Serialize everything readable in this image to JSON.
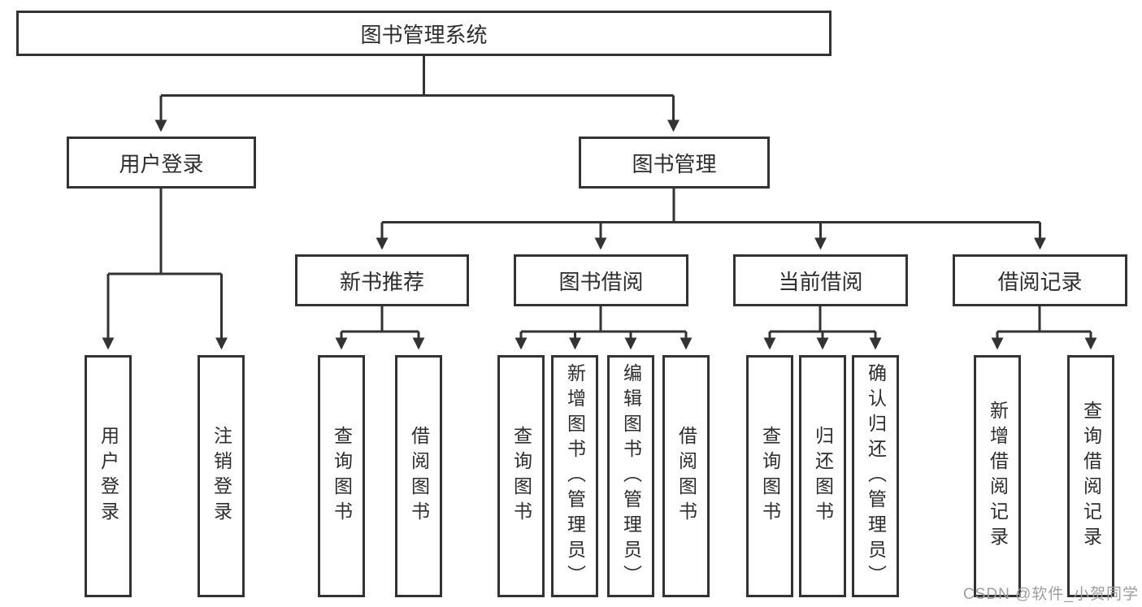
{
  "diagram": {
    "title": "图书管理系统",
    "level2": [
      {
        "label": "用户登录"
      },
      {
        "label": "图书管理"
      }
    ],
    "level3": [
      {
        "label": "新书推荐"
      },
      {
        "label": "图书借阅"
      },
      {
        "label": "当前借阅"
      },
      {
        "label": "借阅记录"
      }
    ],
    "leaves": {
      "user_login": [
        {
          "label": "用户登录"
        },
        {
          "label": "注销登录"
        }
      ],
      "new_book": [
        {
          "label": "查询图书"
        },
        {
          "label": "借阅图书"
        }
      ],
      "book_borrow": [
        {
          "label": "查询图书"
        },
        {
          "label": "新增图书（管理员）"
        },
        {
          "label": "编辑图书（管理员）"
        },
        {
          "label": "借阅图书"
        }
      ],
      "current_borrow": [
        {
          "label": "查询图书"
        },
        {
          "label": "归还图书"
        },
        {
          "label": "确认归还（管理员）"
        }
      ],
      "borrow_record": [
        {
          "label": "新增借阅记录"
        },
        {
          "label": "查询借阅记录"
        }
      ]
    },
    "watermark": "CSDN @软件_小贺同学",
    "colors": {
      "line": "#333333",
      "text": "#2d2d2d",
      "watermark": "#9e9e9e",
      "background": "#ffffff"
    }
  }
}
